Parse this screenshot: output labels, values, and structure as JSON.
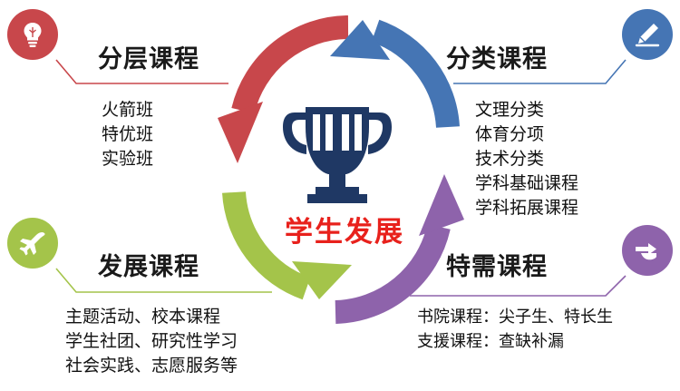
{
  "diagram": {
    "center_label": "学生发展",
    "colors": {
      "red": "#c8474b",
      "blue": "#4575b4",
      "green": "#a4c44a",
      "purple": "#8e63ab",
      "center_text": "#e8211c",
      "trophy": "#1f3864"
    },
    "quadrants": [
      {
        "id": "layered",
        "position": "top-left",
        "heading": "分层课程",
        "icon": "lightbulb-icon",
        "color": "#c8474b",
        "lines": [
          "火箭班",
          "特优班",
          "实验班"
        ]
      },
      {
        "id": "classified",
        "position": "top-right",
        "heading": "分类课程",
        "icon": "fountain-pen-icon",
        "color": "#4575b4",
        "lines": [
          "文理分类",
          "体育分项",
          "技术分类",
          "学科基础课程",
          "学科拓展课程"
        ]
      },
      {
        "id": "development",
        "position": "bottom-left",
        "heading": "发展课程",
        "icon": "airplane-icon",
        "color": "#a4c44a",
        "lines": [
          "主题活动、校本课程",
          "学生社团、研究性学习",
          "社会实践、志愿服务等"
        ]
      },
      {
        "id": "special",
        "position": "bottom-right",
        "heading": "特需课程",
        "icon": "hand-pointer-icon",
        "color": "#8e63ab",
        "lines": [
          "书院课程：尖子生、特长生",
          "支援课程：查缺补漏"
        ],
        "highlight_color": "#d01f1f"
      }
    ]
  }
}
